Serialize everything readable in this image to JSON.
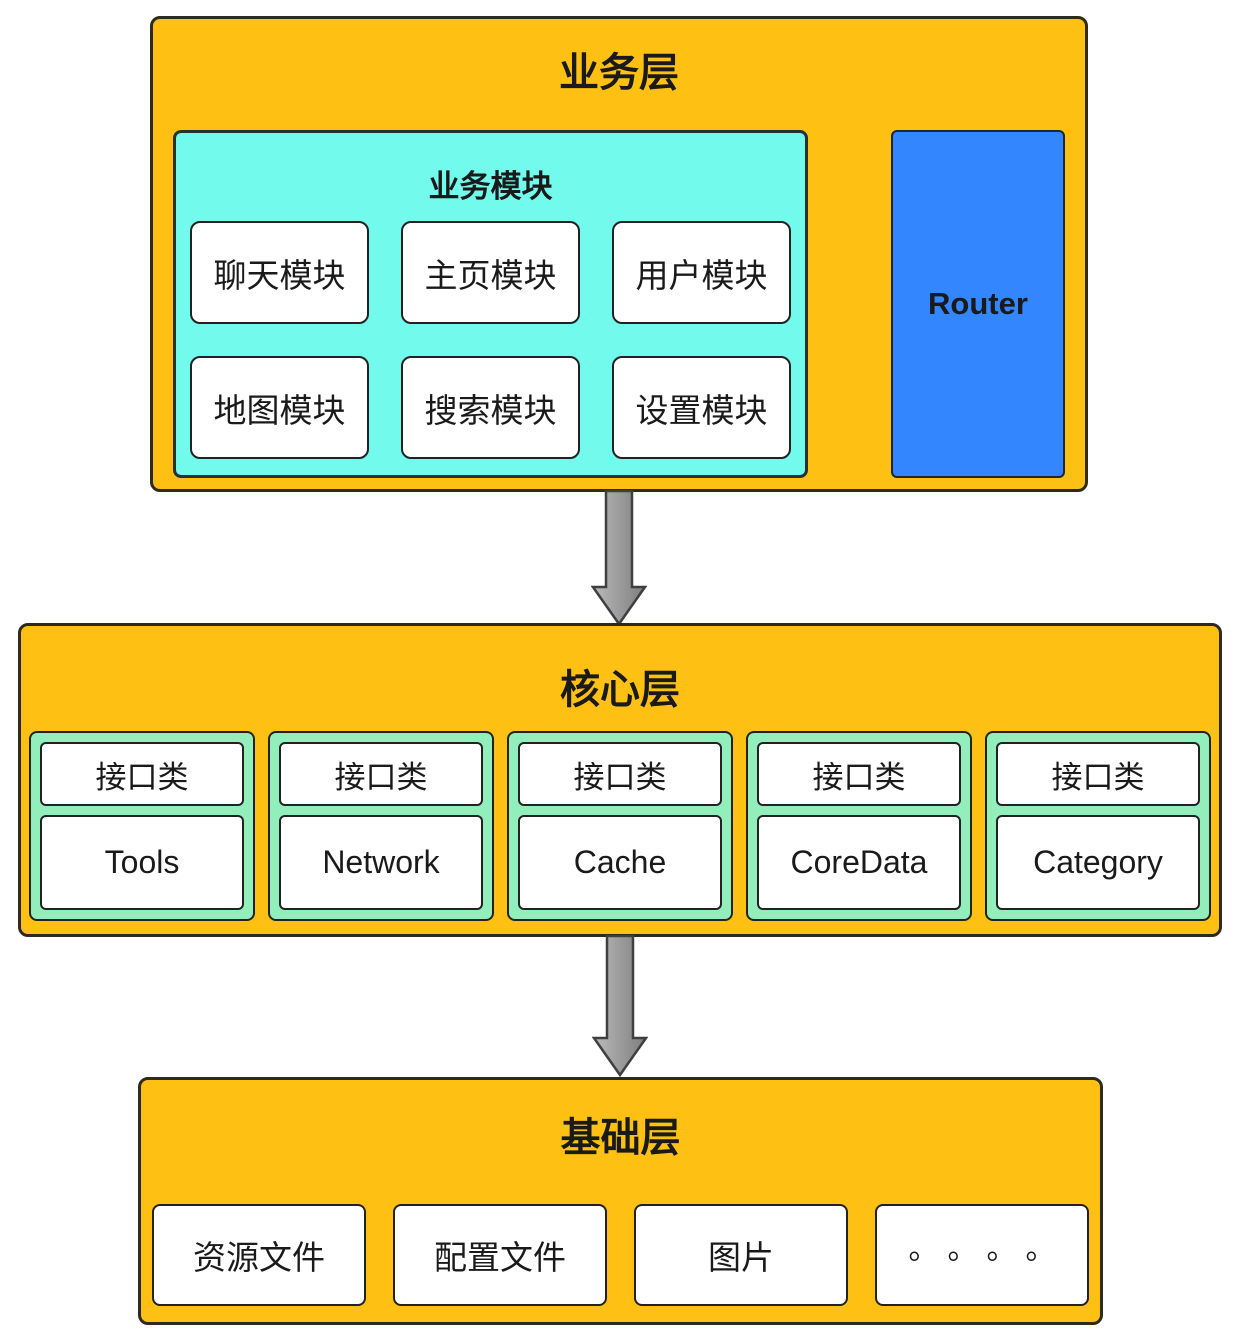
{
  "colors": {
    "layer_bg": "#FDC013",
    "layer_border": "#2e2a1e",
    "modules_panel_bg": "#72FAEC",
    "router_bg": "#3386FD",
    "core_group_bg": "#92EFBB",
    "box_bg": "#FFFFFF",
    "box_border": "#222222",
    "arrow_fill_light": "#BABABA",
    "arrow_fill_dark": "#7E7E7E",
    "arrow_border": "#3F3F3F"
  },
  "business_layer": {
    "title": "业务层",
    "modules_panel": {
      "title": "业务模块",
      "modules": [
        "聊天模块",
        "主页模块",
        "用户模块",
        "地图模块",
        "搜索模块",
        "设置模块"
      ]
    },
    "router_label": "Router"
  },
  "core_layer": {
    "title": "核心层",
    "interface_label": "接口类",
    "groups": [
      {
        "interface_label": "接口类",
        "name": "Tools"
      },
      {
        "interface_label": "接口类",
        "name": "Network"
      },
      {
        "interface_label": "接口类",
        "name": "Cache"
      },
      {
        "interface_label": "接口类",
        "name": "CoreData"
      },
      {
        "interface_label": "接口类",
        "name": "Category"
      }
    ]
  },
  "base_layer": {
    "title": "基础层",
    "items": [
      "资源文件",
      "配置文件",
      "图片",
      "。。。。"
    ]
  }
}
